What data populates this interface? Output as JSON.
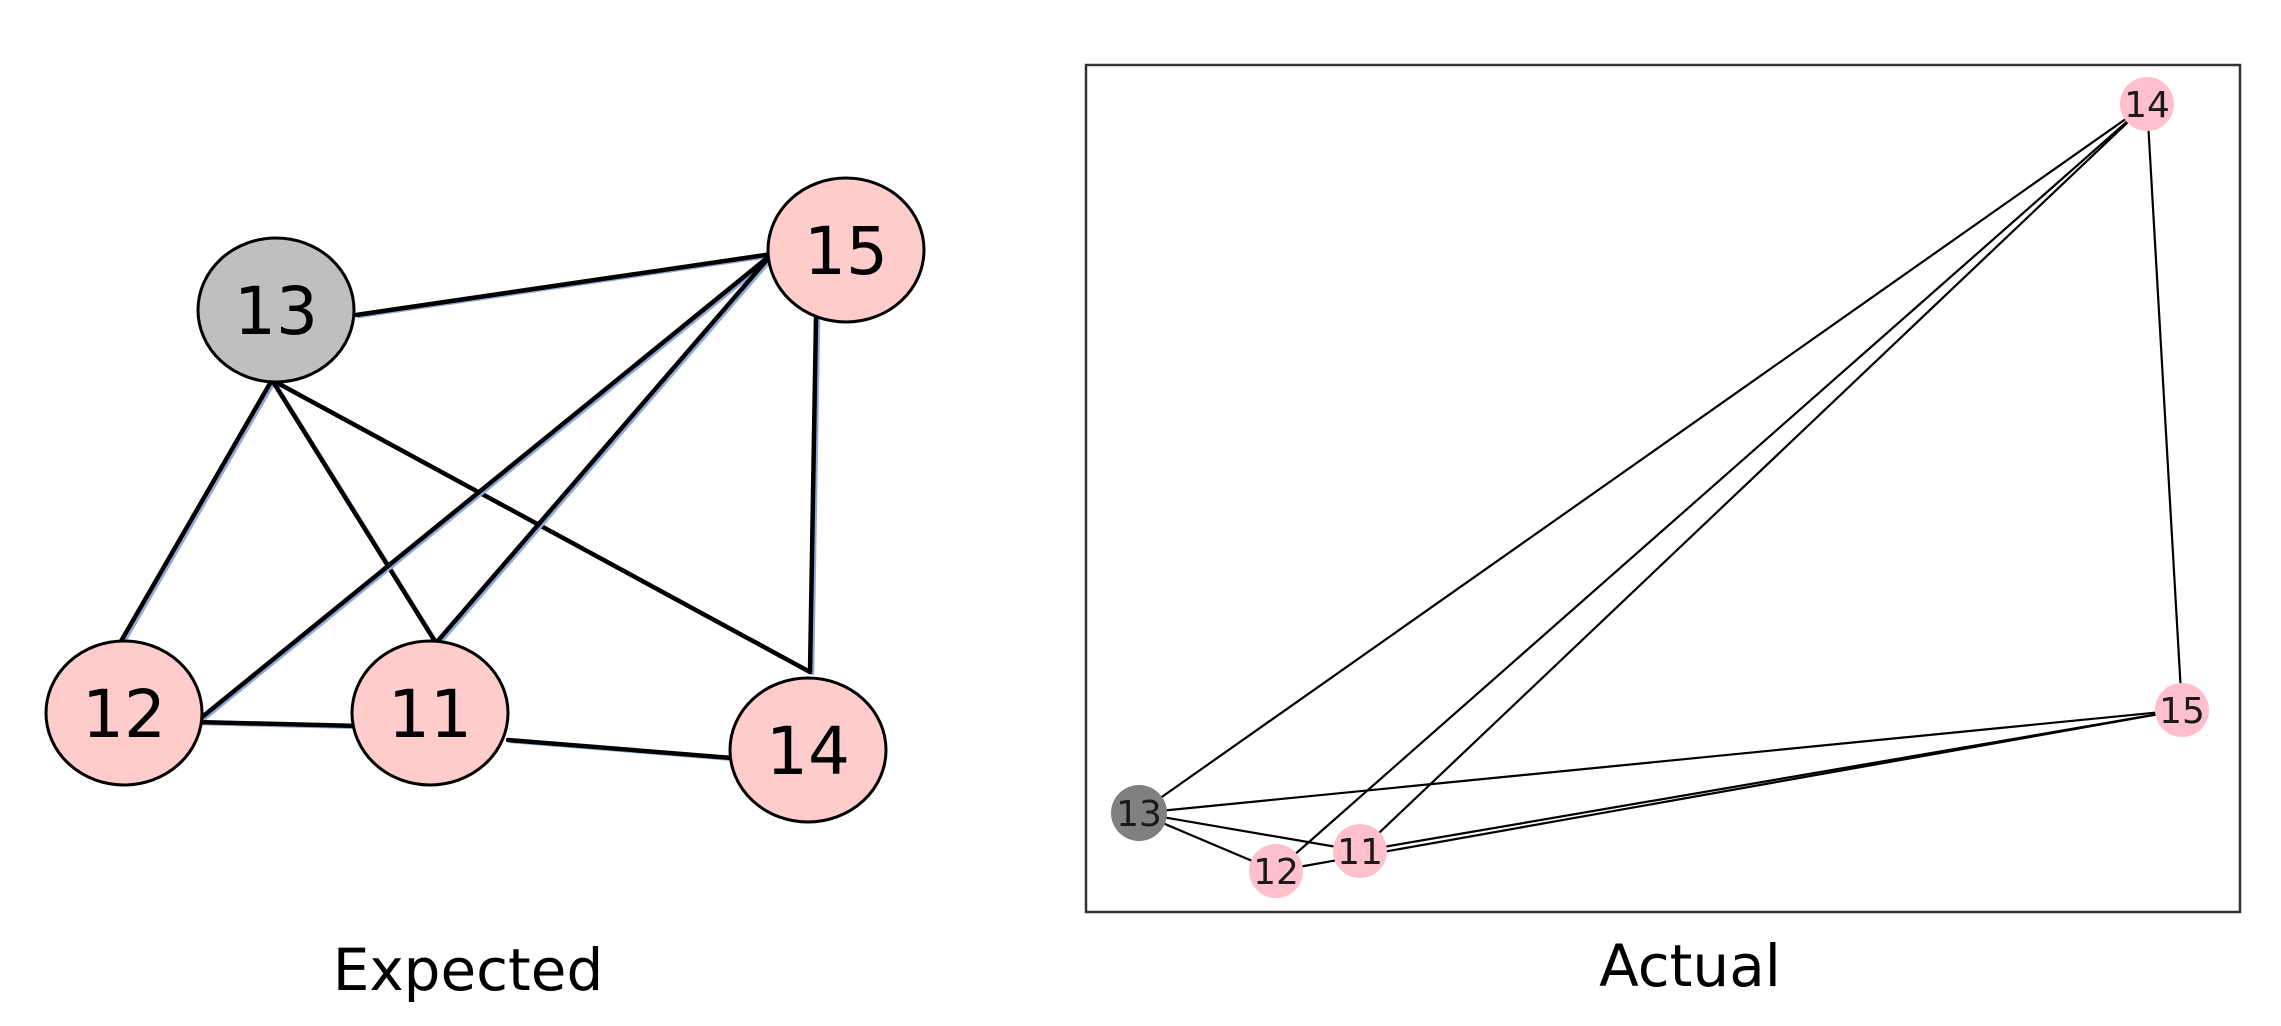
{
  "expected": {
    "caption": "Expected",
    "colors": {
      "node_fill": "#ffcccc",
      "highlight_fill": "#bfbfbf",
      "stroke": "#000000",
      "edge_shadow": "#8ea9db"
    },
    "nodes": [
      {
        "id": "13",
        "label": "13",
        "highlight": true
      },
      {
        "id": "15",
        "label": "15",
        "highlight": false
      },
      {
        "id": "12",
        "label": "12",
        "highlight": false
      },
      {
        "id": "11",
        "label": "11",
        "highlight": false
      },
      {
        "id": "14",
        "label": "14",
        "highlight": false
      }
    ],
    "edges": [
      [
        "13",
        "15"
      ],
      [
        "13",
        "12"
      ],
      [
        "13",
        "11"
      ],
      [
        "13",
        "14"
      ],
      [
        "15",
        "12"
      ],
      [
        "15",
        "11"
      ],
      [
        "15",
        "14"
      ],
      [
        "12",
        "11"
      ],
      [
        "11",
        "14"
      ]
    ]
  },
  "actual": {
    "caption": "Actual",
    "colors": {
      "node_fill": "#ffc0cb",
      "highlight_fill": "#808080",
      "edge": "#000000",
      "frame": "#333333"
    },
    "nodes": [
      {
        "id": "14",
        "label": "14",
        "highlight": false
      },
      {
        "id": "15",
        "label": "15",
        "highlight": false
      },
      {
        "id": "13",
        "label": "13",
        "highlight": true
      },
      {
        "id": "12",
        "label": "12",
        "highlight": false
      },
      {
        "id": "11",
        "label": "11",
        "highlight": false
      }
    ],
    "edges": [
      [
        "13",
        "14"
      ],
      [
        "13",
        "15"
      ],
      [
        "13",
        "12"
      ],
      [
        "13",
        "11"
      ],
      [
        "14",
        "12"
      ],
      [
        "14",
        "11"
      ],
      [
        "14",
        "15"
      ],
      [
        "12",
        "15"
      ],
      [
        "11",
        "15"
      ]
    ]
  }
}
